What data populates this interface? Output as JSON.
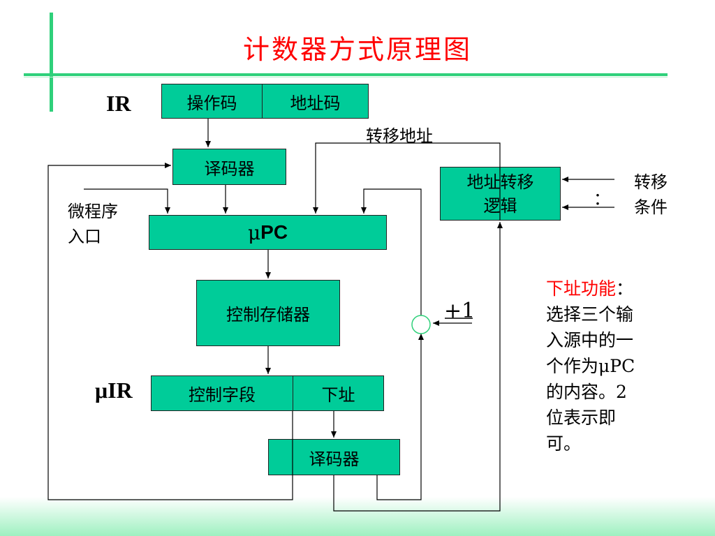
{
  "title": "计数器方式原理图",
  "ir": {
    "label": "IR",
    "fields": [
      "操作码",
      "地址码"
    ]
  },
  "transfer_address": "转移地址",
  "decoder_top": "译码器",
  "addr_transfer_logic": [
    "地址转移",
    "逻辑"
  ],
  "transfer_condition": [
    "转移",
    "条件"
  ],
  "colon_marks": "：",
  "micro_entry": [
    "微程序",
    "入口"
  ],
  "upc": {
    "mu": "μ",
    "pc": "PC"
  },
  "control_store": "控制存储器",
  "plus_one": "+1",
  "uir": {
    "label": "μIR",
    "fields": [
      "控制字段",
      "下址"
    ]
  },
  "decoder_bottom": "译码器",
  "note": {
    "title": "下址功能",
    "colon": "：",
    "lines": [
      "选择三个输",
      "入源中的一",
      "个作为μPC",
      "的内容。2",
      "位表示即",
      "可。"
    ]
  },
  "colors": {
    "box": "#00cc99",
    "accent": "#2fd07a",
    "title": "#ff0000"
  }
}
